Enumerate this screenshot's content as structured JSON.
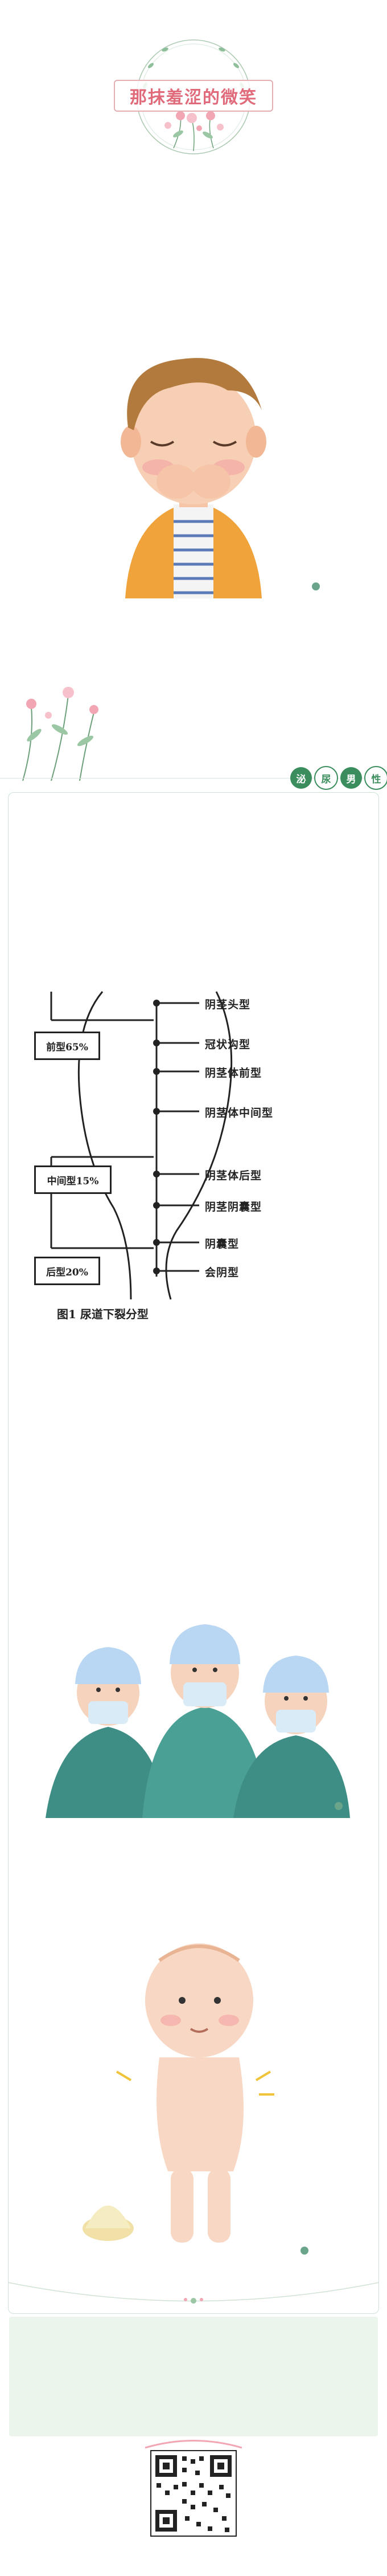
{
  "article": {
    "title": "那抹羞涩的微笑",
    "intro": ""
  },
  "images": {
    "watermark": "",
    "caption": ""
  },
  "section_tag": [
    "泌",
    "尿",
    "男",
    "性"
  ],
  "questions": [
    {
      "title": "",
      "body": ""
    },
    {
      "title": "",
      "body": ""
    },
    {
      "title": "",
      "body": ""
    },
    {
      "title": "",
      "body": ""
    }
  ],
  "diagram": {
    "left_labels": [
      "前型65%",
      "中间型15%",
      "后型20%"
    ],
    "right_labels": [
      "阴茎头型",
      "冠状沟型",
      "阴茎体前型",
      "阴茎体中间型",
      "阴茎体后型",
      "阴茎阴囊型",
      "阴囊型",
      "会阴型"
    ],
    "caption": "图1  尿道下裂分型"
  },
  "closing_paragraph": "",
  "clinic": {
    "title": "",
    "lines": [
      "",
      "",
      "",
      "",
      "",
      ""
    ]
  },
  "qr": {
    "caption": "",
    "sub": ""
  },
  "colors": {
    "accent_green": "#3b8d5d",
    "title_pink": "#e06a7a",
    "panel_green": "#ebf5ec"
  }
}
